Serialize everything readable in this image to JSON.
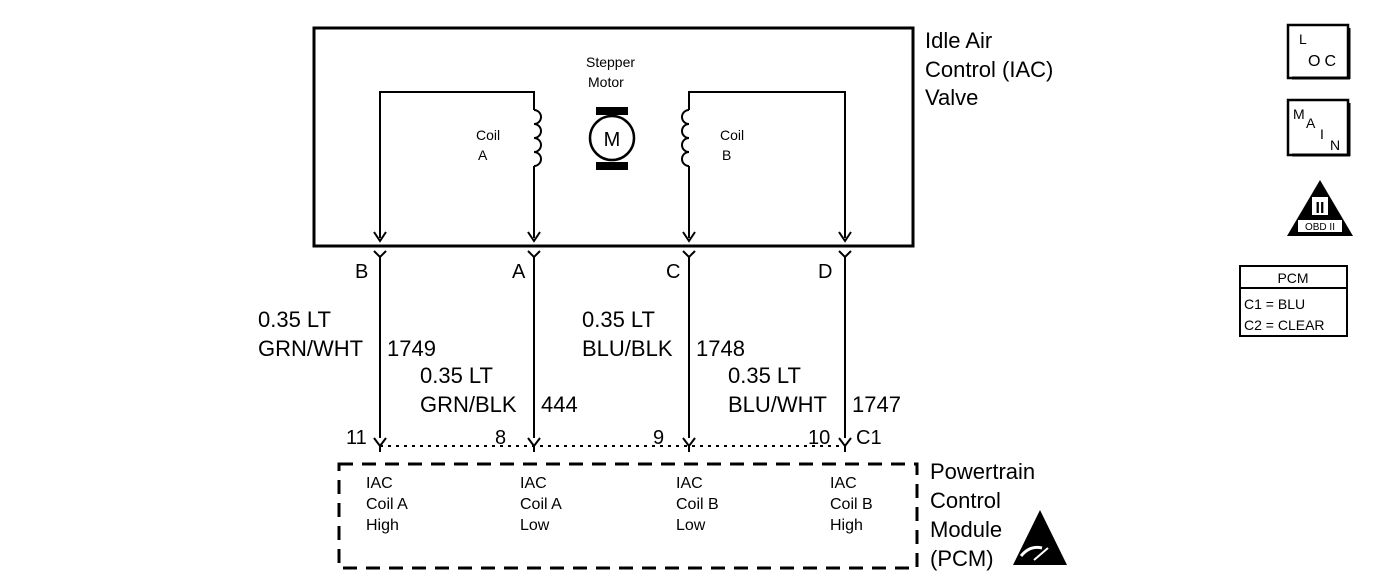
{
  "valve": {
    "title_lines": [
      "Idle Air",
      "Control (IAC)",
      "Valve"
    ],
    "motor_label_lines": [
      "Stepper",
      "Motor"
    ],
    "motor_symbol": "M",
    "coil_a_lines": [
      "Coil",
      "A"
    ],
    "coil_b_lines": [
      "Coil",
      "B"
    ]
  },
  "pins": {
    "b": "B",
    "a": "A",
    "c": "C",
    "d": "D"
  },
  "wires": [
    {
      "id": "w1749",
      "gauge": "0.35 LT",
      "color": "GRN/WHT",
      "circuit": "1749"
    },
    {
      "id": "w444",
      "gauge": "0.35 LT",
      "color": "GRN/BLK",
      "circuit": "444"
    },
    {
      "id": "w1748",
      "gauge": "0.35 LT",
      "color": "BLU/BLK",
      "circuit": "1748"
    },
    {
      "id": "w1747",
      "gauge": "0.35 LT",
      "color": "BLU/WHT",
      "circuit": "1747"
    }
  ],
  "pcm_pins": [
    "11",
    "8",
    "9",
    "10"
  ],
  "connector": "C1",
  "pcm": {
    "title_lines": [
      "Powertrain",
      "Control",
      "Module",
      "(PCM)"
    ],
    "functions": [
      [
        "IAC",
        "Coil A",
        "High"
      ],
      [
        "IAC",
        "Coil A",
        "Low"
      ],
      [
        "IAC",
        "Coil B",
        "Low"
      ],
      [
        "IAC",
        "Coil B",
        "High"
      ]
    ]
  },
  "legend": {
    "loc": {
      "top": "L",
      "bottom": "OC"
    },
    "main": {
      "m": "M",
      "a": "A",
      "i": "I",
      "n": "N"
    },
    "obd": {
      "numeral": "II",
      "label": "OBD II"
    },
    "pcm_box": {
      "title": "PCM",
      "line1": "C1 = BLU",
      "line2": "C2 = CLEAR"
    }
  }
}
